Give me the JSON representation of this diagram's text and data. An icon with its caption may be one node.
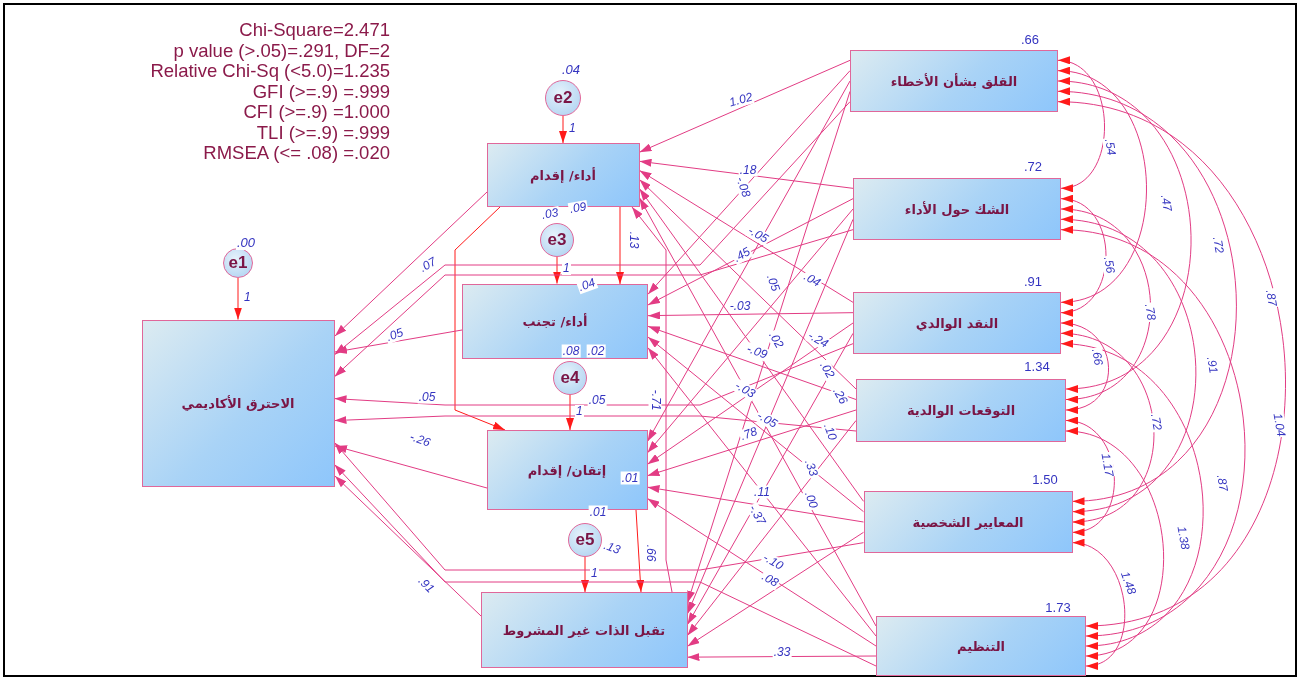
{
  "diagram": {
    "nodes": [
      {
        "text": [
          "e2"
        ],
        "beside": [
          ".04"
        ]
      },
      {
        "text": [
          "أداء/ إقدام"
        ]
      },
      {
        "text": [
          "e3"
        ]
      },
      {
        "text": [
          "أداء/ تجنب"
        ]
      },
      {
        "text": [
          "e4"
        ]
      },
      {
        "text": [
          "إتقان/ إقدام"
        ]
      },
      {
        "text": [
          "e5"
        ]
      },
      {
        "text": [
          "تقبل الذات غير المشروط"
        ]
      },
      {
        "text": [
          "e1"
        ],
        "beside": [
          ".00"
        ]
      },
      {
        "text": [
          "الاحترق الأكاديمي"
        ]
      },
      {
        "text": [
          "القلق بشأن الأخطاء"
        ],
        "beside": [
          ".66"
        ]
      },
      {
        "text": [
          "الشك حول الأداء"
        ],
        "beside": [
          ".72"
        ]
      },
      {
        "text": [
          "النقد الوالدي"
        ],
        "beside": [
          ".91"
        ]
      },
      {
        "text": [
          "التوقعات الوالدية"
        ],
        "beside": [
          "1.34"
        ]
      },
      {
        "text": [
          "المعايير الشخصية"
        ],
        "beside": [
          "1.50"
        ]
      },
      {
        "text": [
          "التنظيم"
        ],
        "beside": [
          "1.73"
        ]
      }
    ],
    "edges": [
      {
        "from": 0,
        "to": 1,
        "arrow": "to",
        "label": "1",
        "color": "#ff1a1a"
      },
      {
        "from": 2,
        "to": 3,
        "arrow": "to",
        "label": "1",
        "color": "#ff1a1a"
      },
      {
        "from": 4,
        "to": 5,
        "arrow": "to",
        "label": "1",
        "color": "#ff1a1a"
      },
      {
        "from": 6,
        "to": 7,
        "arrow": "to",
        "label": "1",
        "color": "#ff1a1a"
      },
      {
        "from": 8,
        "to": 9,
        "arrow": "to",
        "label": "1",
        "color": "#ff1a1a"
      },
      {
        "from": 1,
        "to": 3,
        "arrow": "to",
        "color": "#ff1a1a"
      },
      {
        "from": 1,
        "to": 5,
        "arrow": "to",
        "color": "#ff1a1a"
      },
      {
        "from": 5,
        "to": 7,
        "arrow": "to",
        "color": "#ff1a1a"
      },
      {
        "from": 7,
        "to": 1,
        "arrow": "to"
      },
      {
        "from": 1,
        "to": 9,
        "arrow": "to"
      },
      {
        "from": 3,
        "to": 9,
        "arrow": "to"
      },
      {
        "from": 5,
        "to": 9,
        "arrow": "to"
      },
      {
        "from": 7,
        "to": 9,
        "arrow": "to"
      },
      {
        "from": 10,
        "to": 1,
        "arrow": "to"
      },
      {
        "from": 10,
        "to": 3,
        "arrow": "to"
      },
      {
        "from": 10,
        "to": 5,
        "arrow": "to"
      },
      {
        "from": 10,
        "to": 7,
        "arrow": "to"
      },
      {
        "from": 10,
        "to": 9,
        "arrow": "to"
      },
      {
        "from": 11,
        "to": 1,
        "arrow": "to"
      },
      {
        "from": 11,
        "to": 3,
        "arrow": "to"
      },
      {
        "from": 11,
        "to": 5,
        "arrow": "to"
      },
      {
        "from": 11,
        "to": 7,
        "arrow": "to"
      },
      {
        "from": 11,
        "to": 9,
        "arrow": "to"
      },
      {
        "from": 12,
        "to": 1,
        "arrow": "to"
      },
      {
        "from": 12,
        "to": 3,
        "arrow": "to"
      },
      {
        "from": 12,
        "to": 5,
        "arrow": "to"
      },
      {
        "from": 12,
        "to": 7,
        "arrow": "to"
      },
      {
        "from": 12,
        "to": 9,
        "arrow": "to"
      },
      {
        "from": 13,
        "to": 1,
        "arrow": "to"
      },
      {
        "from": 13,
        "to": 3,
        "arrow": "to"
      },
      {
        "from": 13,
        "to": 5,
        "arrow": "to"
      },
      {
        "from": 13,
        "to": 7,
        "arrow": "to"
      },
      {
        "from": 13,
        "to": 9,
        "arrow": "to"
      },
      {
        "from": 14,
        "to": 1,
        "arrow": "to"
      },
      {
        "from": 14,
        "to": 3,
        "arrow": "to"
      },
      {
        "from": 14,
        "to": 5,
        "arrow": "to"
      },
      {
        "from": 14,
        "to": 7,
        "arrow": "to"
      },
      {
        "from": 14,
        "to": 9,
        "arrow": "to"
      },
      {
        "from": 15,
        "to": 1,
        "arrow": "to"
      },
      {
        "from": 15,
        "to": 3,
        "arrow": "to"
      },
      {
        "from": 15,
        "to": 5,
        "arrow": "to"
      },
      {
        "from": 15,
        "to": 7,
        "arrow": "to"
      },
      {
        "from": 15,
        "to": 9,
        "arrow": "to"
      },
      {
        "from": 10,
        "to": 11,
        "arrow": "both"
      },
      {
        "from": 10,
        "to": 12,
        "arrow": "both"
      },
      {
        "from": 10,
        "to": 13,
        "arrow": "both"
      },
      {
        "from": 10,
        "to": 14,
        "arrow": "both"
      },
      {
        "from": 10,
        "to": 15,
        "arrow": "both"
      },
      {
        "from": 11,
        "to": 12,
        "arrow": "both"
      },
      {
        "from": 11,
        "to": 13,
        "arrow": "both"
      },
      {
        "from": 11,
        "to": 14,
        "arrow": "both"
      },
      {
        "from": 11,
        "to": 15,
        "arrow": "both"
      },
      {
        "from": 12,
        "to": 13,
        "arrow": "both"
      },
      {
        "from": 12,
        "to": 14,
        "arrow": "both"
      },
      {
        "from": 12,
        "to": 15,
        "arrow": "both"
      },
      {
        "from": 13,
        "to": 14,
        "arrow": "both"
      },
      {
        "from": 13,
        "to": 15,
        "arrow": "both"
      },
      {
        "from": 14,
        "to": 15,
        "arrow": "both"
      }
    ],
    "labels": [
      "Chi-Square=2.471",
      "p value (>.05)=.291, DF=2",
      "Relative Chi-Sq (<5.0)=1.235",
      "GFI (>=.9) =.999",
      "CFI (>=.9) =1.000",
      "TLI (>=.9) =.999",
      "RMSEA (<= .08) =.020",
      "1.02",
      ".54",
      ".18",
      "-.08",
      ".03",
      ".09",
      ".47",
      ".13",
      "-.05",
      ".72",
      ".45",
      ".07",
      ".56",
      ".04",
      ".05",
      ".04",
      ".87",
      "-.03",
      ".78",
      ".05",
      ".02",
      "-.24",
      ".08",
      ".02",
      "-.09",
      ".66",
      ".02",
      ".91",
      ".05",
      "-.03",
      ".26",
      ".05",
      "-.71",
      "-.05",
      ".72",
      "1.04",
      ".78",
      ".10",
      "-.26",
      ".33",
      "1.17",
      ".01",
      ".87",
      ".11",
      ".00",
      ".01",
      "-.37",
      "1.38",
      ".13",
      ".66",
      "-.10",
      ".91",
      ".08",
      "1.48",
      ".33"
    ]
  }
}
